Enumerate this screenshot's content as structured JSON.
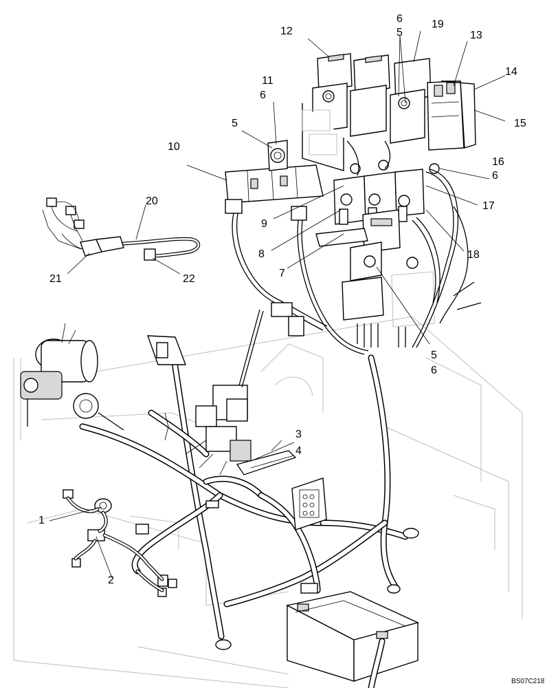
{
  "callouts": {
    "c1": "1",
    "c2": "2",
    "c3": "3",
    "c4": "4",
    "c5a": "5",
    "c5b": "5",
    "c5c": "5",
    "c6a": "6",
    "c6b": "6",
    "c6c": "6",
    "c6d": "6",
    "c7": "7",
    "c8": "8",
    "c9": "9",
    "c10": "10",
    "c11": "11",
    "c12": "12",
    "c13": "13",
    "c14": "14",
    "c15": "15",
    "c16": "16",
    "c17": "17",
    "c18": "18",
    "c19": "19",
    "c20": "20",
    "c21": "21",
    "c22": "22"
  },
  "reference_code": "BS07C218"
}
